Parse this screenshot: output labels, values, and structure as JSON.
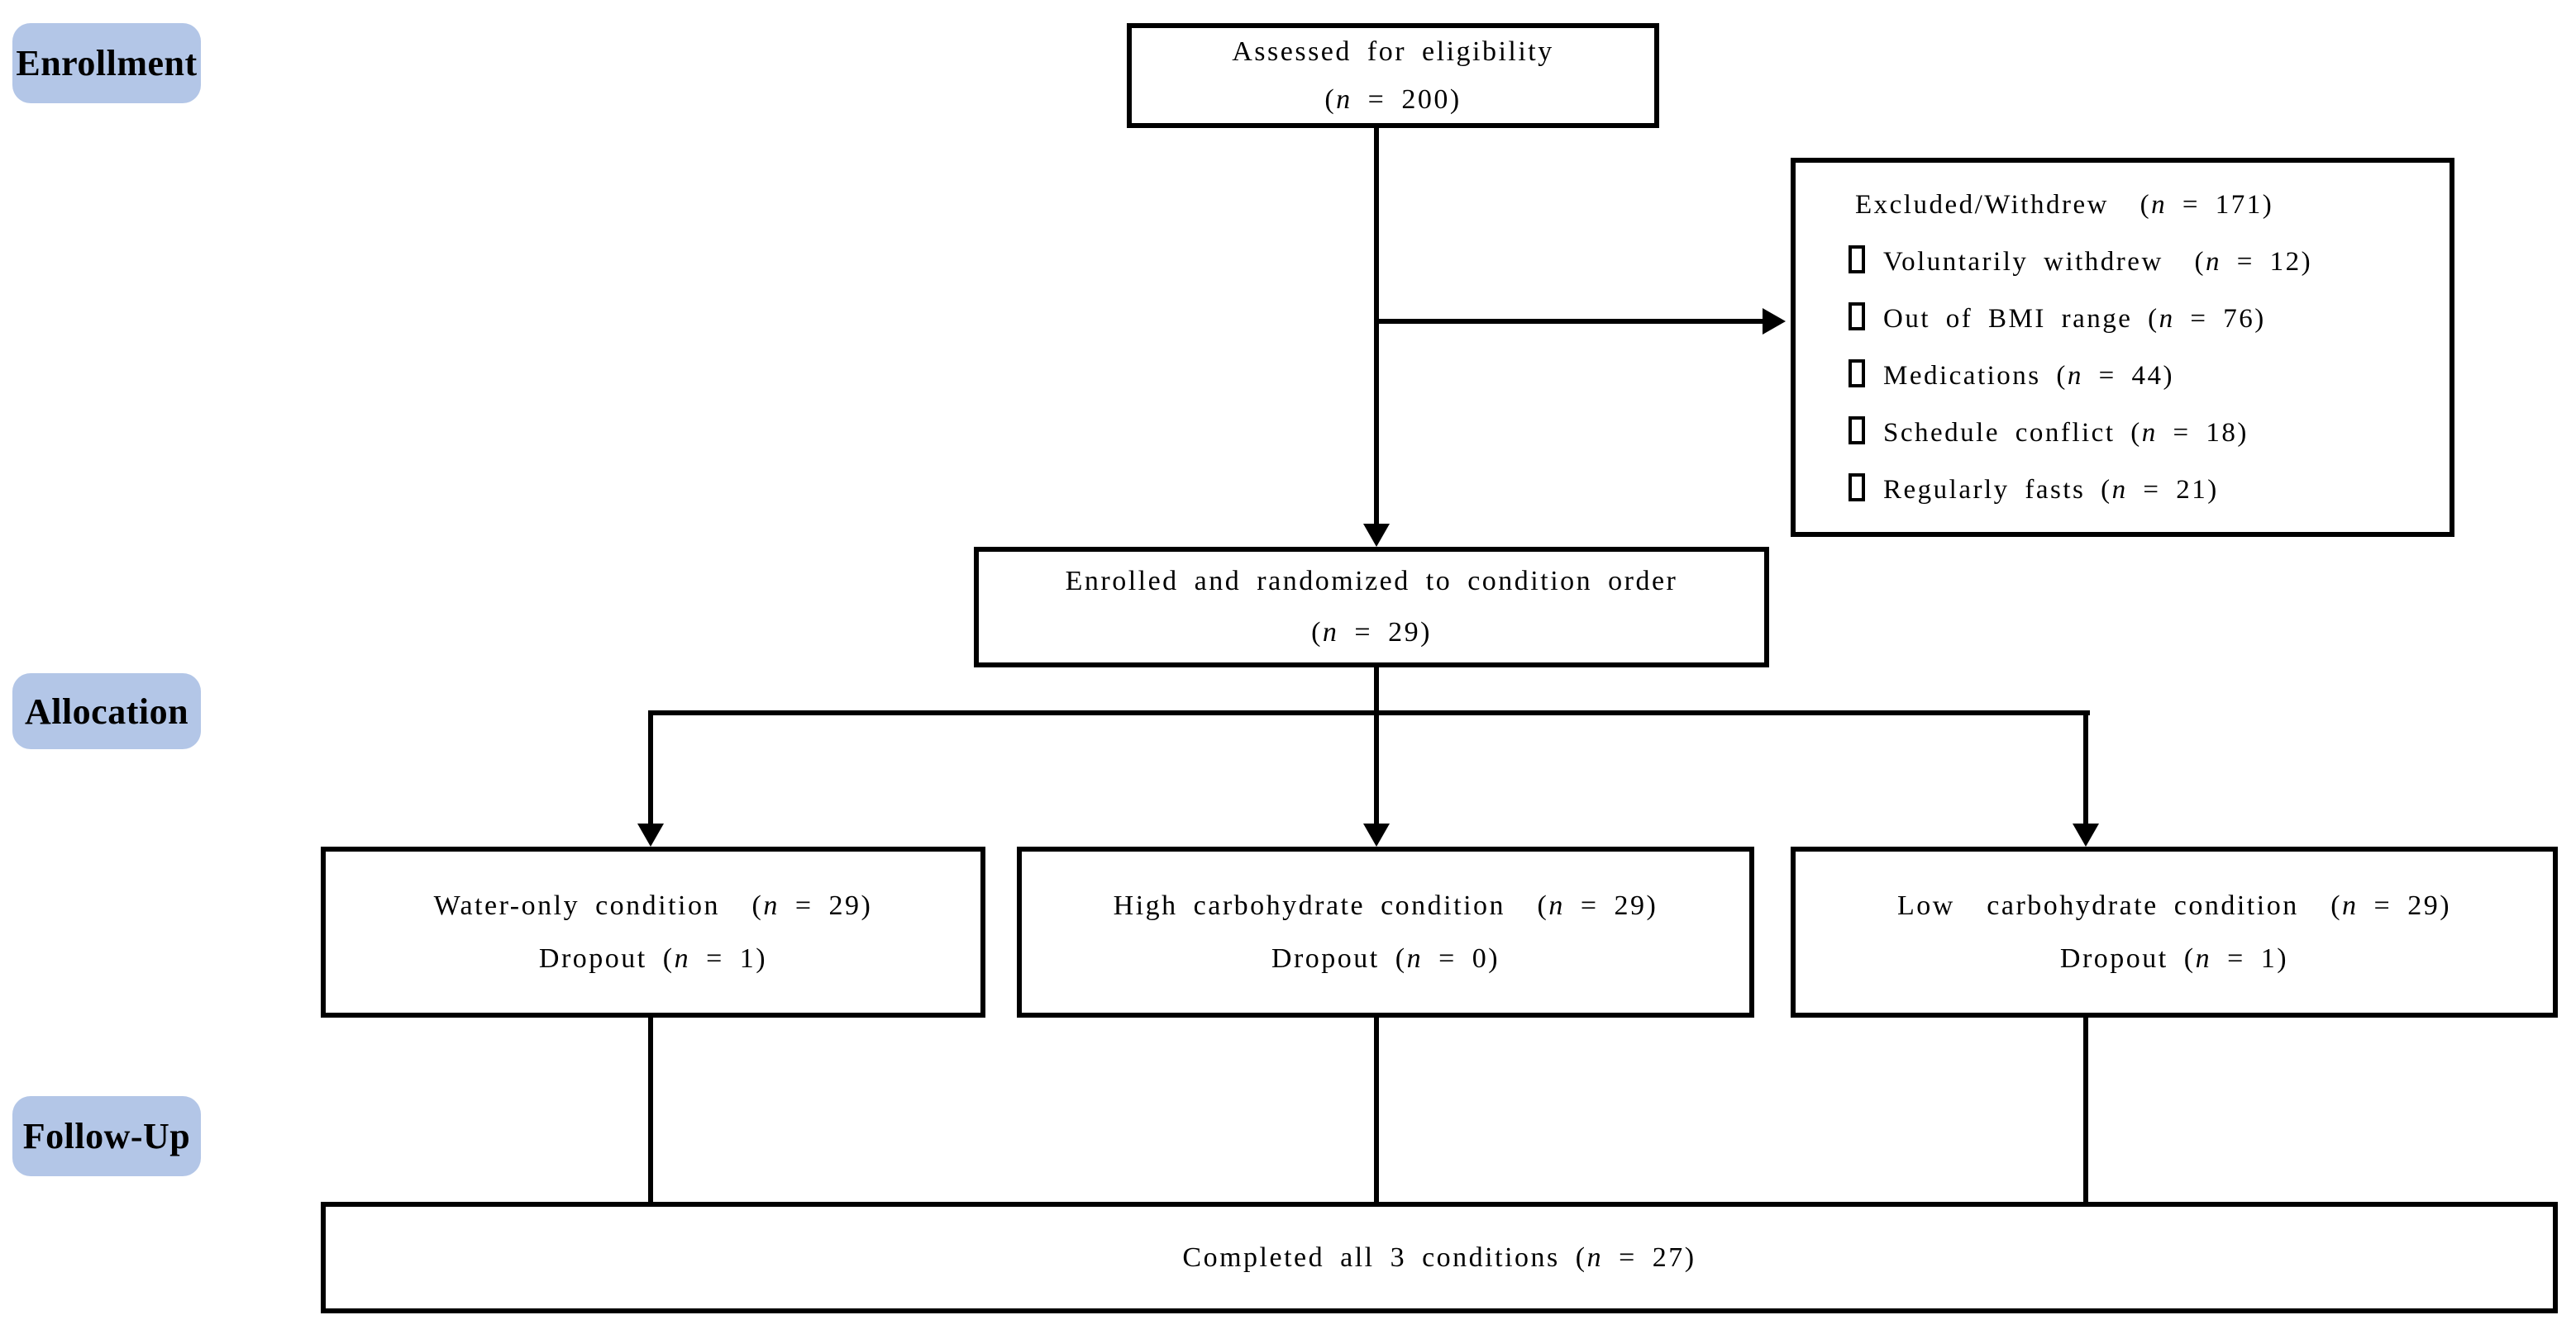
{
  "diagram": {
    "stage_labels": {
      "enrollment": "Enrollment",
      "allocation": "Allocation",
      "followup": "Follow-Up"
    },
    "boxes": {
      "assessed": {
        "line1": "Assessed for eligibility",
        "line2": "(n = 200)"
      },
      "excluded": {
        "header": "Excluded/Withdrew  (n = 171)",
        "items": [
          "Voluntarily withdrew  (n = 12)",
          "Out of BMI range (n = 76)",
          "Medications (n = 44)",
          "Schedule conflict (n = 18)",
          "Regularly fasts (n = 21)"
        ]
      },
      "enrolled": {
        "line1": "Enrolled and randomized to condition order",
        "line2": "(n = 29)"
      },
      "water": {
        "line1": "Water-only condition  (n = 29)",
        "line2": "Dropout (n = 1)"
      },
      "high_carb": {
        "line1": "High carbohydrate condition  (n = 29)",
        "line2": "Dropout (n = 0)"
      },
      "low_carb": {
        "line1": "Low  carbohydrate condition  (n = 29)",
        "line2": "Dropout (n = 1)"
      },
      "completed": {
        "line1": "Completed all 3 conditions (n = 27)"
      }
    },
    "colors": {
      "stage_label_bg": "#b3c6e7",
      "box_border": "#000000",
      "line": "#000000",
      "text": "#000000",
      "background": "#ffffff"
    }
  }
}
